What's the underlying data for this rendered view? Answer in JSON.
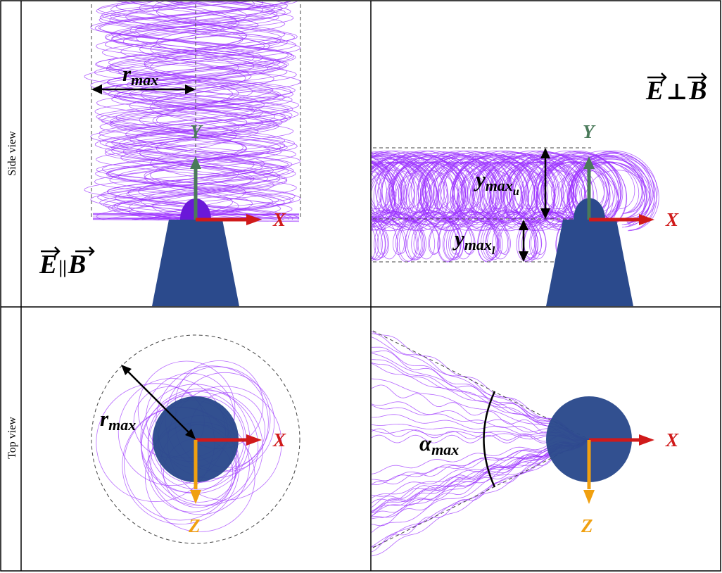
{
  "row_labels": {
    "top": "Side view",
    "bottom": "Top view"
  },
  "axes": {
    "x": "X",
    "y": "Y",
    "z": "Z"
  },
  "dimensions": {
    "r_max": {
      "main": "r",
      "sub": "max"
    },
    "y_max_u": {
      "main": "y",
      "sub": "max",
      "subsub": "u"
    },
    "y_max_l": {
      "main": "y",
      "sub": "max",
      "subsub": "l"
    },
    "alpha_max": {
      "main": "α",
      "sub": "max"
    }
  },
  "relations": {
    "parallel": {
      "left": "E",
      "op": "||",
      "right": "B"
    },
    "perpendicular": {
      "left": "E",
      "op": "⊥",
      "right": "B"
    }
  },
  "colors": {
    "x_axis": "#d01a1a",
    "y_axis": "#4a7a5a",
    "z_axis": "#f0a010",
    "trajectory": "#9b30ff",
    "body": "#2b4a8c"
  }
}
